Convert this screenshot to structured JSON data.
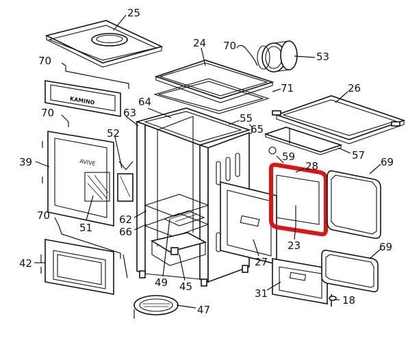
{
  "diagram": {
    "labels": {
      "p25": "25",
      "p24": "24",
      "p70a": "70",
      "p53": "53",
      "p71": "71",
      "p70b": "70",
      "p26": "26",
      "p64": "64",
      "p63": "63",
      "p55": "55",
      "p65": "65",
      "p70c": "70",
      "p52": "52",
      "p57": "57",
      "p39": "39",
      "p59": "59",
      "p28": "28",
      "p69a": "69",
      "p62": "62",
      "p51": "51",
      "p66": "66",
      "p70d": "70",
      "p23": "23",
      "p27": "27",
      "p69b": "69",
      "p42": "42",
      "p49": "49",
      "p45": "45",
      "p31": "31",
      "p18": "18",
      "p47": "47"
    },
    "plate_text": {
      "brand": "KAMINO"
    },
    "highlight_color": "#e0140f",
    "highlighted_part": "28"
  }
}
